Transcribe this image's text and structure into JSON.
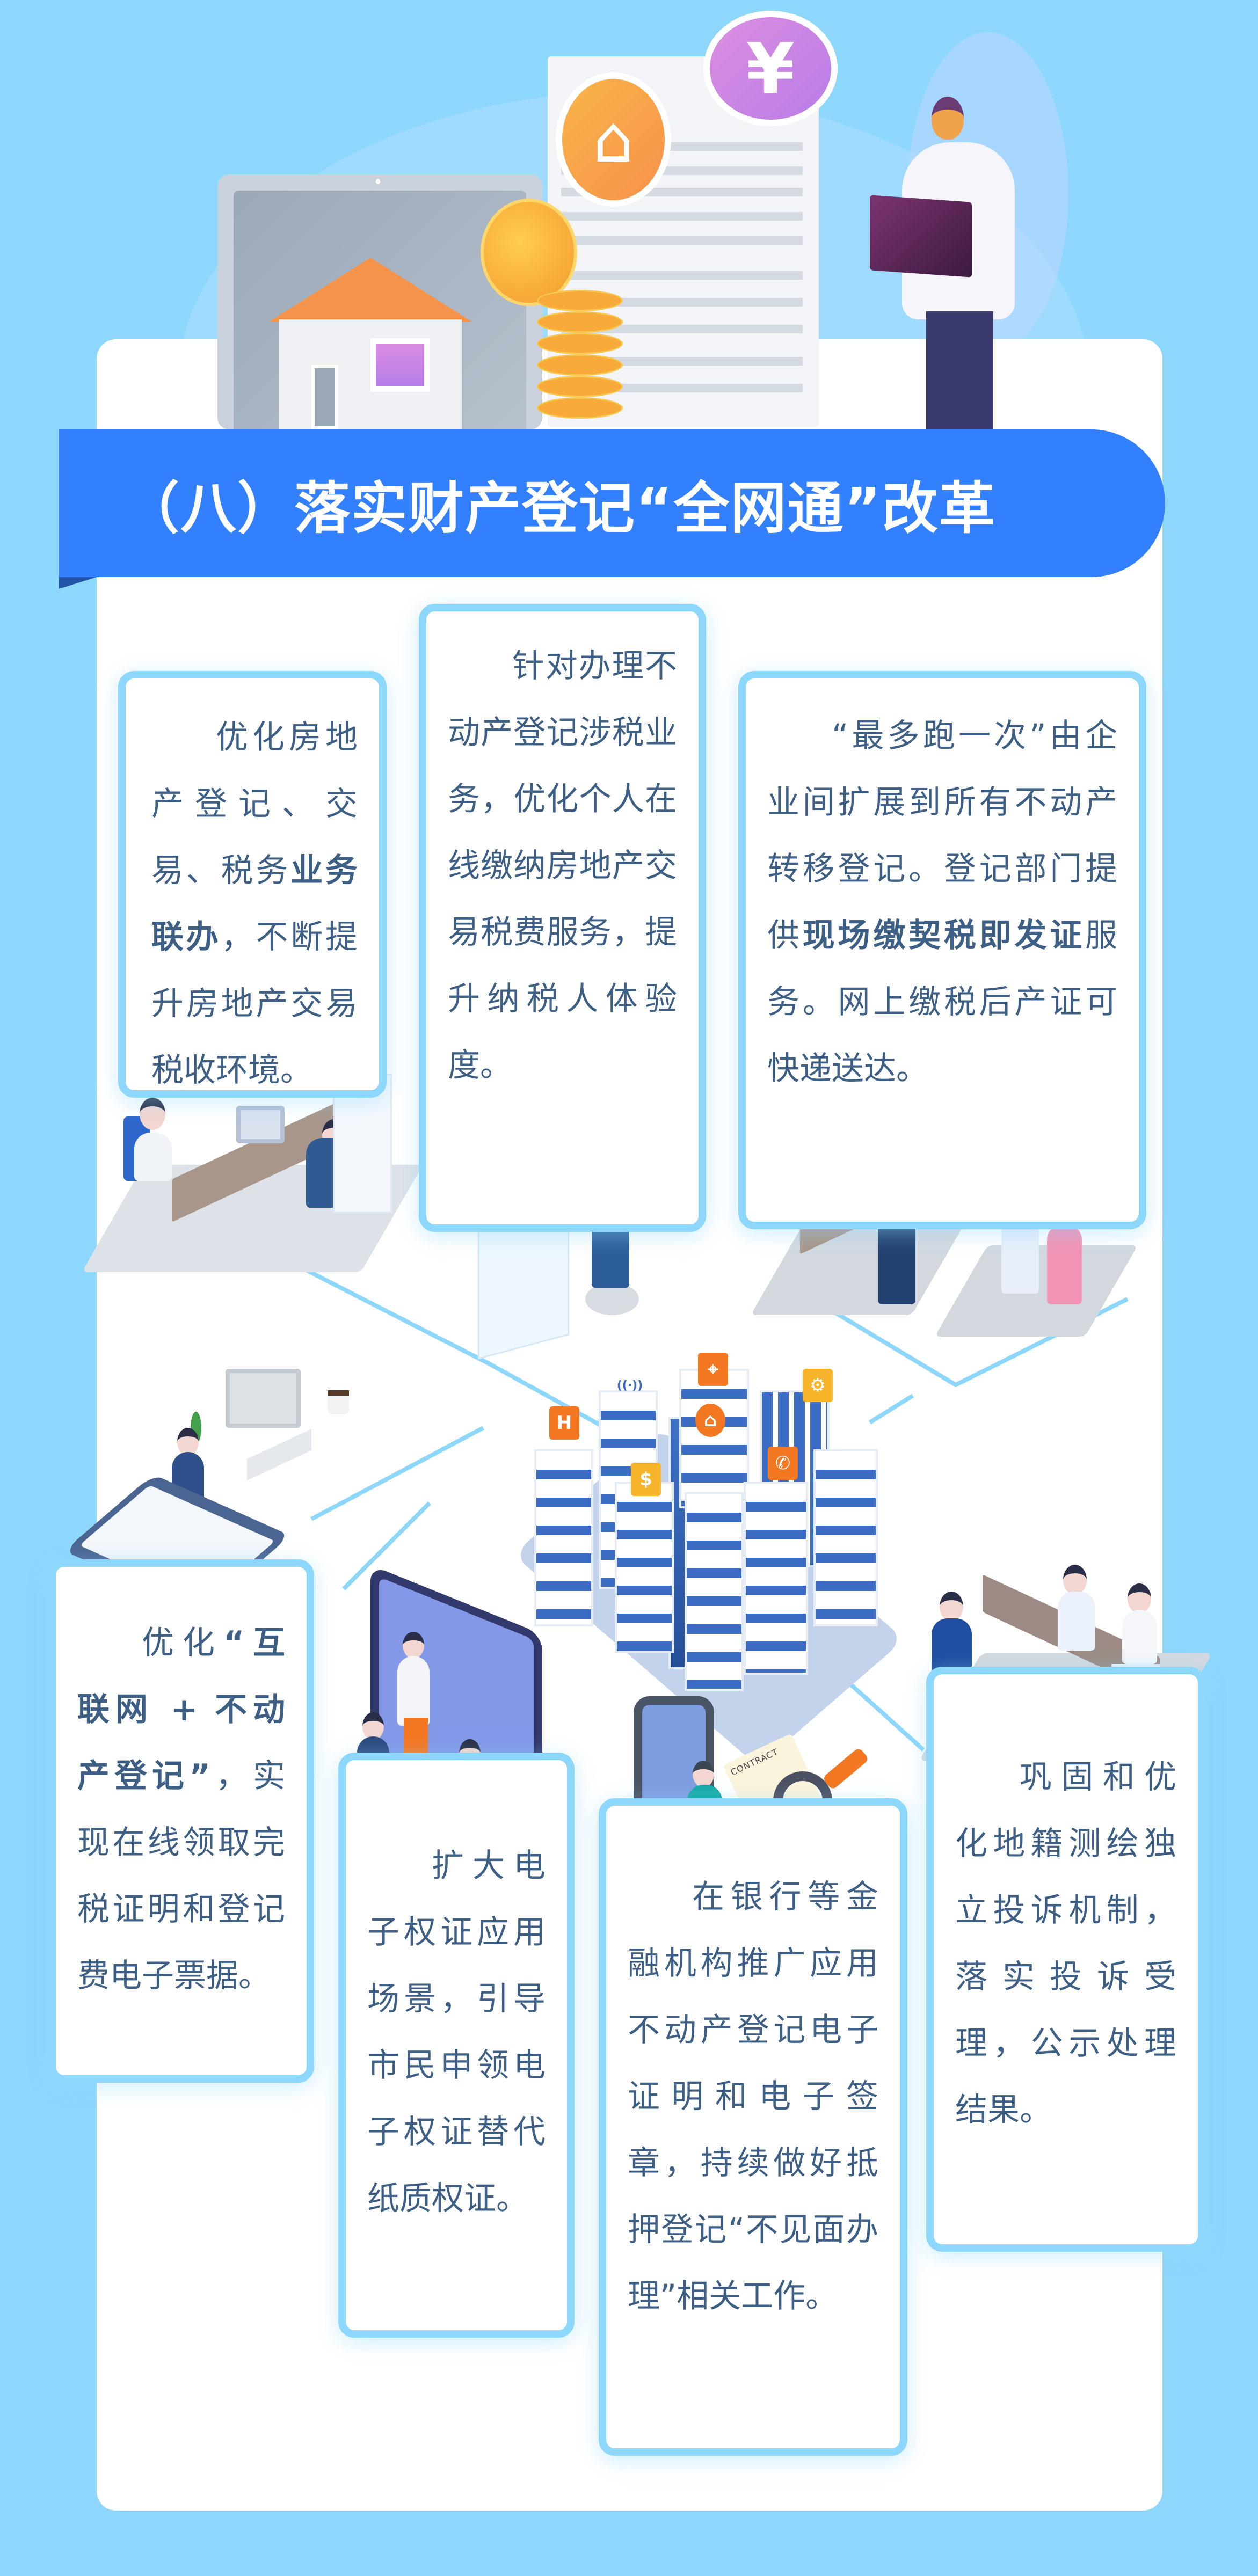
{
  "hero": {
    "badges": [
      {
        "icon": "house-icon",
        "glyph": "⌂",
        "color": "#f6a048"
      },
      {
        "icon": "yen-icon",
        "glyph": "¥",
        "color": "#c985e6"
      }
    ]
  },
  "banner": {
    "title": "（八）落实财产登记“全网通”改革",
    "color": "#3380fe",
    "fold_color": "#2255aa"
  },
  "colors": {
    "background": "#8dd7fd",
    "panel": "#ffffff",
    "card_border": "#8dd7fd",
    "text": "#3d5f85",
    "accent_orange": "#f47722"
  },
  "cards": [
    {
      "id": "card-1",
      "segments": [
        {
          "text": "优化房地产登记、交易、税务",
          "bold": false
        },
        {
          "text": "业务联办",
          "bold": true
        },
        {
          "text": "，不断提升房地产交易税收环境。",
          "bold": false
        }
      ]
    },
    {
      "id": "card-2",
      "segments": [
        {
          "text": "针对办理不动产登记涉税业务，优化个人在线缴纳房地产交易税费服务，提升纳税人体验度。",
          "bold": false
        }
      ]
    },
    {
      "id": "card-3",
      "segments": [
        {
          "text": "“最多跑一次”由企业间扩展到所有不动产转移登记。登记部门提供",
          "bold": false
        },
        {
          "text": "现场缴契税即发证",
          "bold": true
        },
        {
          "text": "服务。网上缴税后产证可快递送达。",
          "bold": false
        }
      ]
    },
    {
      "id": "card-4",
      "segments": [
        {
          "text": "优化",
          "bold": false
        },
        {
          "text": "“互联网 + 不动产登记”",
          "bold": true
        },
        {
          "text": "，实现在线领取完税证明和登记费电子票据。",
          "bold": false
        }
      ]
    },
    {
      "id": "card-5",
      "segments": [
        {
          "text": "扩大电子权证应用场景，引导市民申领电子权证替代纸质权证。",
          "bold": false
        }
      ]
    },
    {
      "id": "card-6",
      "segments": [
        {
          "text": "在银行等金融机构推广应用不动产登记电子证明和电子签章，持续做好抵押登记“不见面办理”相关工作。",
          "bold": false
        }
      ]
    },
    {
      "id": "card-7",
      "segments": [
        {
          "text": "巩固和优化地籍测绘独立投诉机制，落实投诉受理，公示处理结果。",
          "bold": false
        }
      ]
    }
  ],
  "city": {
    "tags": [
      {
        "icon": "hotel-icon",
        "glyph": "H"
      },
      {
        "icon": "location-pin-icon",
        "glyph": "⌖"
      },
      {
        "icon": "home-icon",
        "glyph": "⌂"
      },
      {
        "icon": "gear-icon",
        "glyph": "⚙"
      },
      {
        "icon": "dollar-icon",
        "glyph": "$"
      },
      {
        "icon": "phone-icon",
        "glyph": "✆"
      },
      {
        "icon": "wifi-icon",
        "glyph": "((·))"
      }
    ]
  },
  "illustrations": {
    "contract_label": "CONTRACT"
  }
}
